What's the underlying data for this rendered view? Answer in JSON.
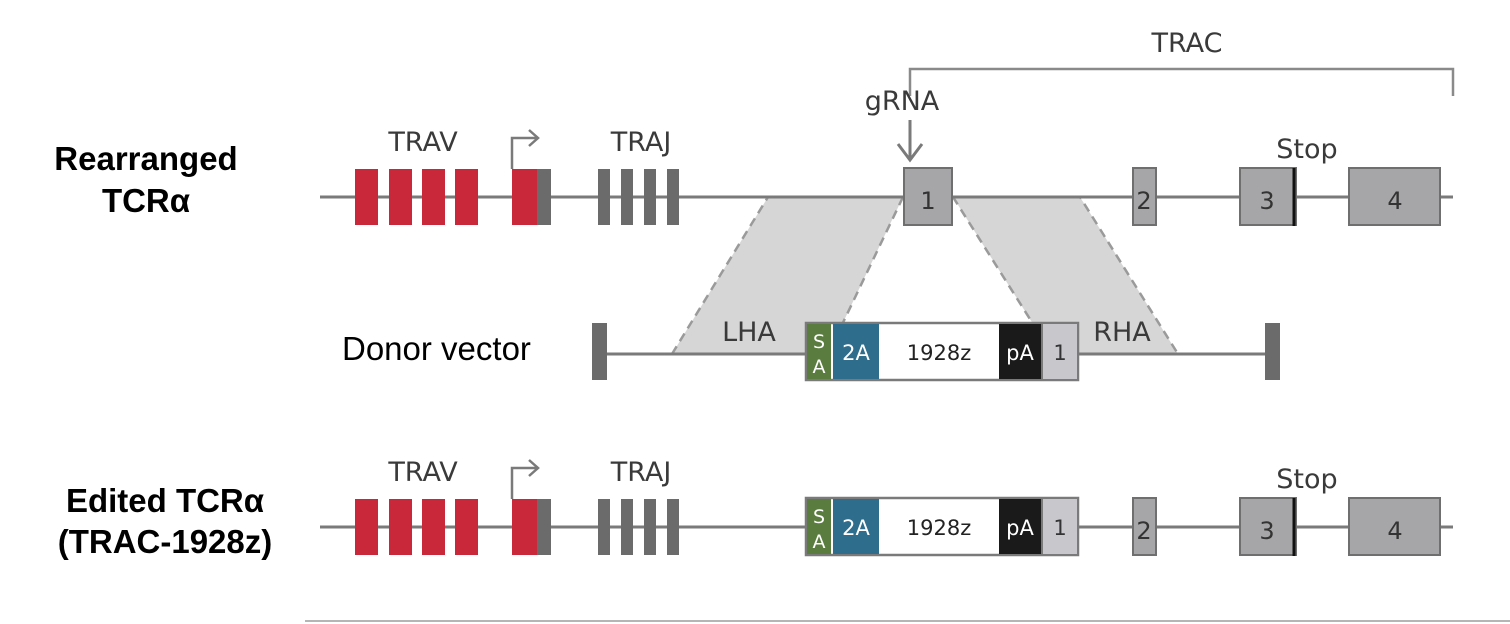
{
  "title": "",
  "colors": {
    "trav_red": "#c8283a",
    "dark_gray": "#6b6b6b",
    "line_gray": "#7a7a7a",
    "exon_gray": "#a6a6a8",
    "homology_fill": "#d6d6d6",
    "sa_green": "#5a7c3e",
    "twoa_teal": "#2f6d8c",
    "pa_black": "#1a1a1a",
    "light_exon": "#c8c8cc"
  },
  "rearranged": {
    "title_line1": "Rearranged",
    "title_line2": "TCRα",
    "trav_label": "TRAV",
    "traj_label": "TRAJ",
    "trac_label": "TRAC",
    "grna_label": "gRNA",
    "stop_label": "Stop",
    "exon1": "1",
    "exon2": "2",
    "exon3": "3",
    "exon4": "4"
  },
  "donor": {
    "title": "Donor vector",
    "lha_label": "LHA",
    "rha_label": "RHA",
    "sa_top": "S",
    "sa_bottom": "A",
    "twoa": "2A",
    "car": "1928z",
    "pa": "pA",
    "exon1": "1"
  },
  "edited": {
    "title_line1": "Edited TCRα",
    "title_line2": "(TRAC-1928z)",
    "trav_label": "TRAV",
    "traj_label": "TRAJ",
    "stop_label": "Stop",
    "sa_top": "S",
    "sa_bottom": "A",
    "twoa": "2A",
    "car": "1928z",
    "pa": "pA",
    "exon1": "1",
    "exon2": "2",
    "exon3": "3",
    "exon4": "4"
  }
}
